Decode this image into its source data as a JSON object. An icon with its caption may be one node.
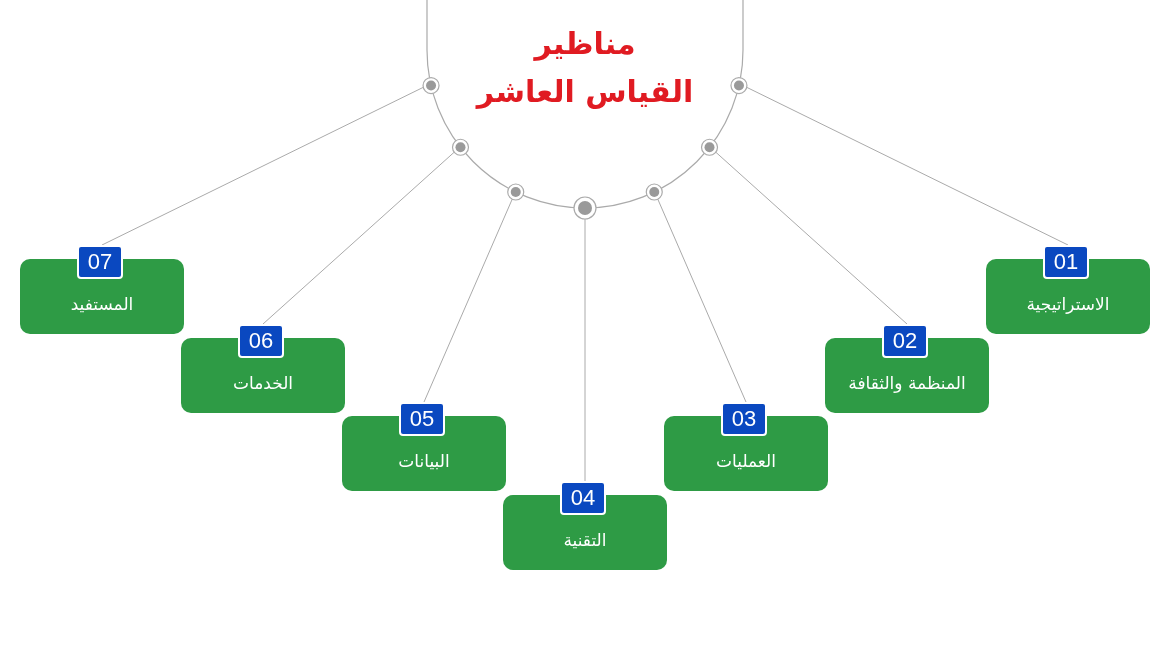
{
  "diagram": {
    "nodes": [
      {
        "text": [
          "مناظير القياس العاشر"
        ]
      },
      {
        "text": [
          "01",
          "الاستراتيجية"
        ]
      },
      {
        "text": [
          "02",
          "المنظمة والثقافة"
        ]
      },
      {
        "text": [
          "03",
          "العمليات"
        ]
      },
      {
        "text": [
          "04",
          "التقنية"
        ]
      },
      {
        "text": [
          "05",
          "البيانات"
        ]
      },
      {
        "text": [
          "06",
          "الخدمات"
        ]
      },
      {
        "text": [
          "07",
          "المستفيد"
        ]
      }
    ],
    "edges": [
      {
        "from": 0,
        "to": 1,
        "arrow": "none"
      },
      {
        "from": 0,
        "to": 2,
        "arrow": "none"
      },
      {
        "from": 0,
        "to": 3,
        "arrow": "none"
      },
      {
        "from": 0,
        "to": 4,
        "arrow": "none"
      },
      {
        "from": 0,
        "to": 5,
        "arrow": "none"
      },
      {
        "from": 0,
        "to": 6,
        "arrow": "none"
      },
      {
        "from": 0,
        "to": 7,
        "arrow": "none"
      }
    ]
  }
}
